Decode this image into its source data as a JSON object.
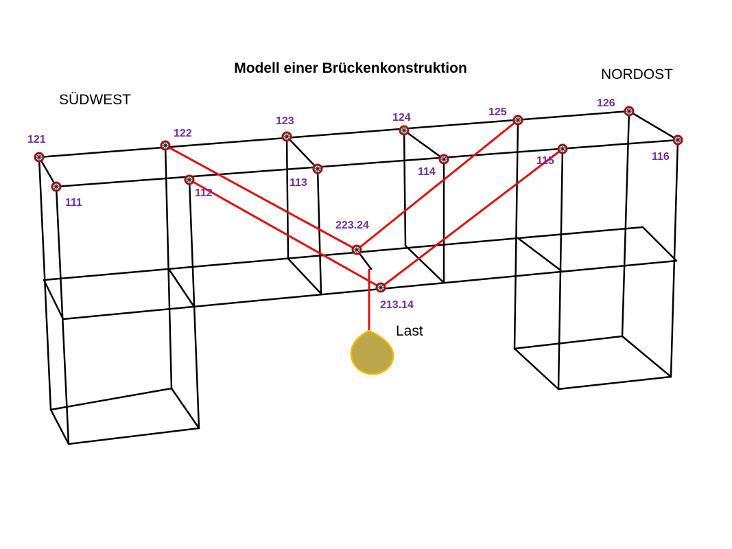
{
  "title": "Modell einer Brückenkonstruktion",
  "directions": {
    "southwest": "SÜDWEST",
    "northeast": "NORDOST"
  },
  "load": {
    "label": "Last",
    "fill_color": "#bca64a",
    "border_color": "#f2b800"
  },
  "colors": {
    "frame": "#000000",
    "cable": "#e01010",
    "node_label": "#7030a0",
    "node_ring": "#c00000"
  },
  "nodes": [
    {
      "id": "121",
      "label": "121"
    },
    {
      "id": "122",
      "label": "122"
    },
    {
      "id": "123",
      "label": "123"
    },
    {
      "id": "124",
      "label": "124"
    },
    {
      "id": "125",
      "label": "125"
    },
    {
      "id": "126",
      "label": "126"
    },
    {
      "id": "111",
      "label": "111"
    },
    {
      "id": "112",
      "label": "112"
    },
    {
      "id": "113",
      "label": "113"
    },
    {
      "id": "114",
      "label": "114"
    },
    {
      "id": "115",
      "label": "115"
    },
    {
      "id": "116",
      "label": "116"
    },
    {
      "id": "223.24",
      "label": "223.24"
    },
    {
      "id": "213.14",
      "label": "213.14"
    }
  ],
  "cables": [
    {
      "from": "122",
      "to": "223.24"
    },
    {
      "from": "112",
      "to": "213.14"
    },
    {
      "from": "223.24",
      "to": "125"
    },
    {
      "from": "213.14",
      "to": "115"
    }
  ]
}
